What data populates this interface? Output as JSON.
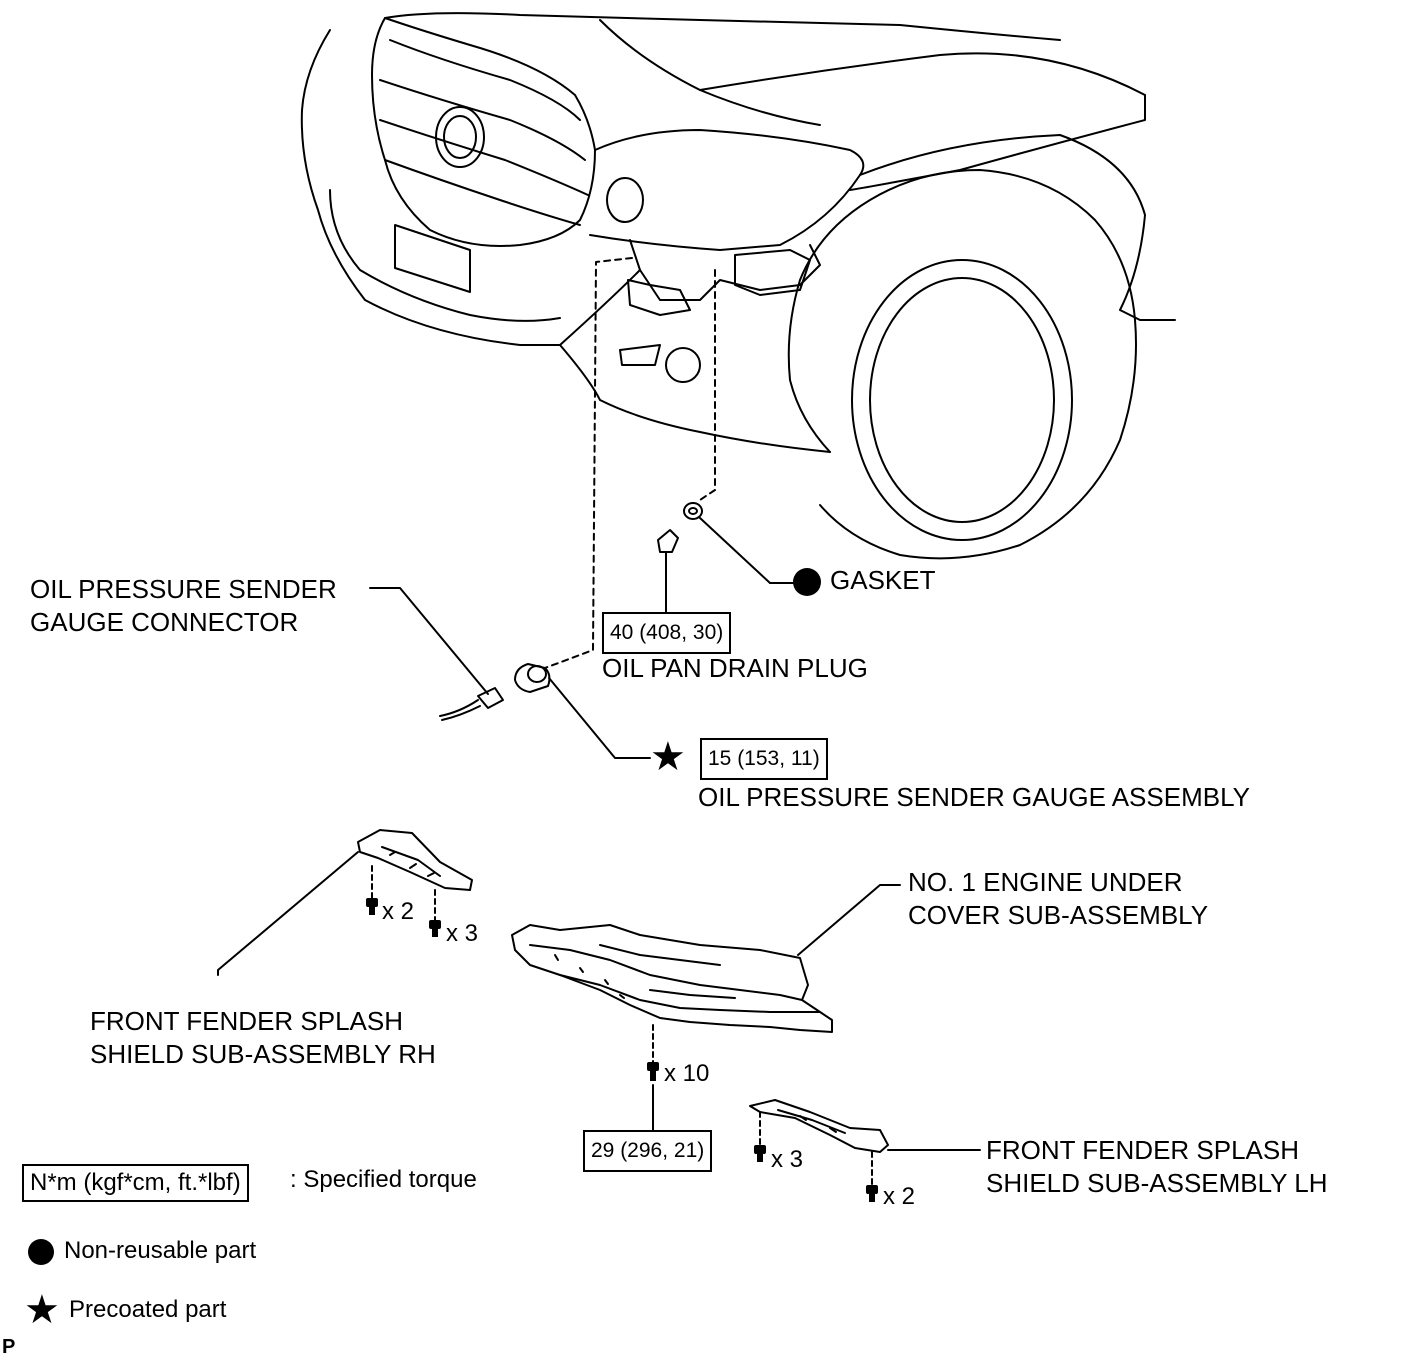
{
  "labels": {
    "oil_sender_connector_l1": "OIL PRESSURE SENDER",
    "oil_sender_connector_l2": "GAUGE CONNECTOR",
    "gasket": "GASKET",
    "drain_plug": "OIL PAN DRAIN PLUG",
    "sender_assembly": "OIL PRESSURE SENDER GAUGE ASSEMBLY",
    "under_cover_l1": "NO. 1 ENGINE UNDER",
    "under_cover_l2": "COVER SUB-ASSEMBLY",
    "rh_shield_l1": "FRONT FENDER SPLASH",
    "rh_shield_l2": "SHIELD SUB-ASSEMBLY RH",
    "lh_shield_l1": "FRONT FENDER SPLASH",
    "lh_shield_l2": "SHIELD SUB-ASSEMBLY LH"
  },
  "torques": {
    "drain_plug": "40 (408, 30)",
    "sender_assembly": "15 (153, 11)",
    "under_cover": "29 (296, 21)"
  },
  "quantities": {
    "rh_x2": "x 2",
    "rh_x3": "x 3",
    "cover_x10": "x 10",
    "lh_x3": "x 3",
    "lh_x2": "x 2"
  },
  "legend": {
    "torque_box": "N*m (kgf*cm, ft.*lbf)",
    "torque_text": ": Specified torque",
    "non_reusable": "Non-reusable part",
    "precoated": "Precoated part"
  },
  "corner_mark": "P"
}
